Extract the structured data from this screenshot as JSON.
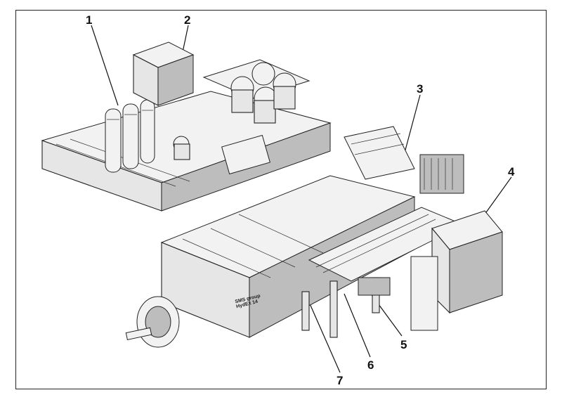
{
  "callouts": [
    {
      "id": "1",
      "label": "1"
    },
    {
      "id": "2",
      "label": "2"
    },
    {
      "id": "3",
      "label": "3"
    },
    {
      "id": "4",
      "label": "4"
    },
    {
      "id": "5",
      "label": "5"
    },
    {
      "id": "6",
      "label": "6"
    },
    {
      "id": "7",
      "label": "7"
    }
  ],
  "machine_label": {
    "brand": "SMS group",
    "model": "HydEx 14"
  }
}
